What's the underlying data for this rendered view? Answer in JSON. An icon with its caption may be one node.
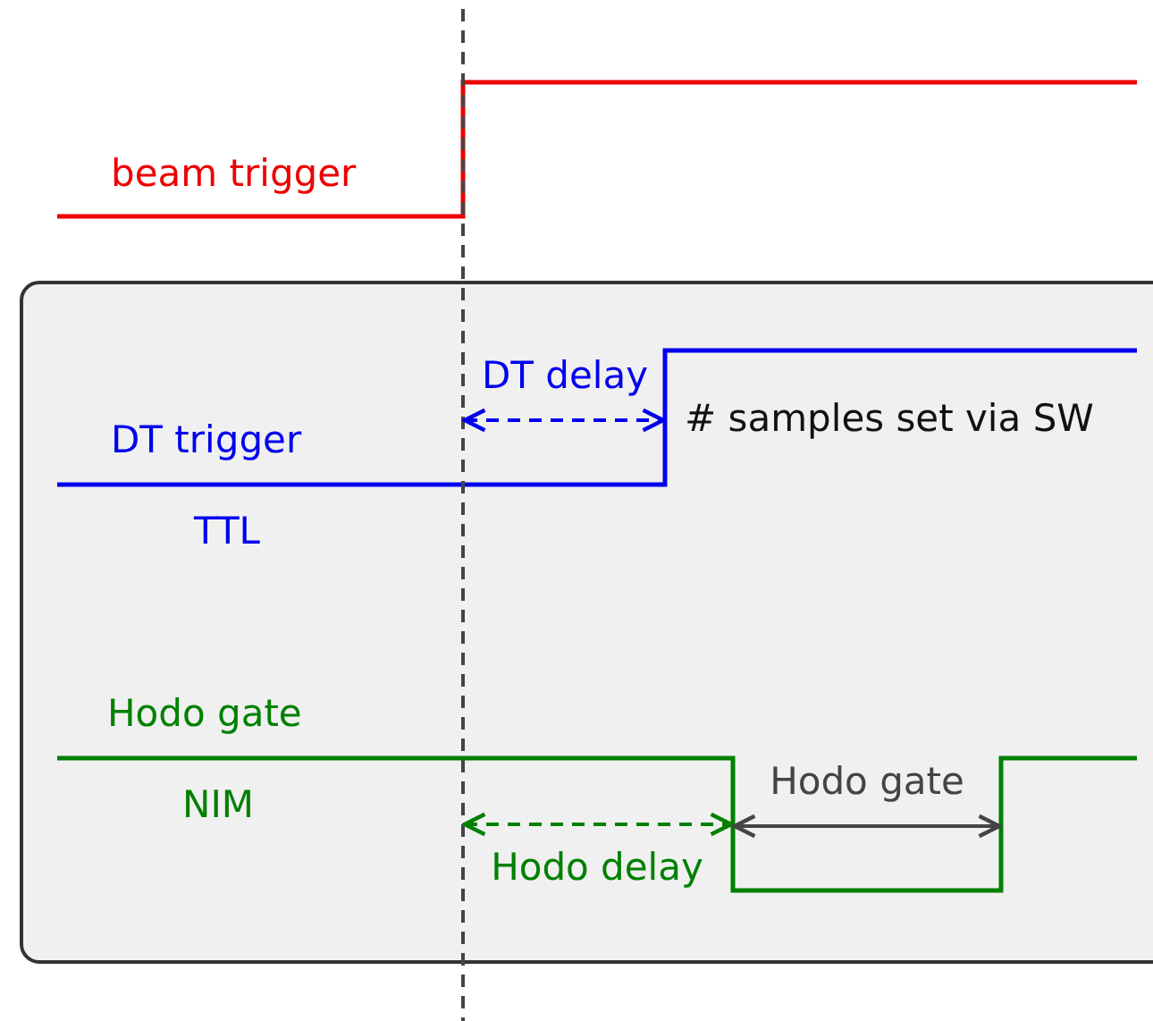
{
  "diagram": {
    "labels": [
      "beam trigger",
      "DT delay",
      "# samples set via SW",
      "DT trigger",
      "TTL",
      "Hodo gate",
      "Hodo gate",
      "NIM",
      "Hodo delay"
    ]
  }
}
